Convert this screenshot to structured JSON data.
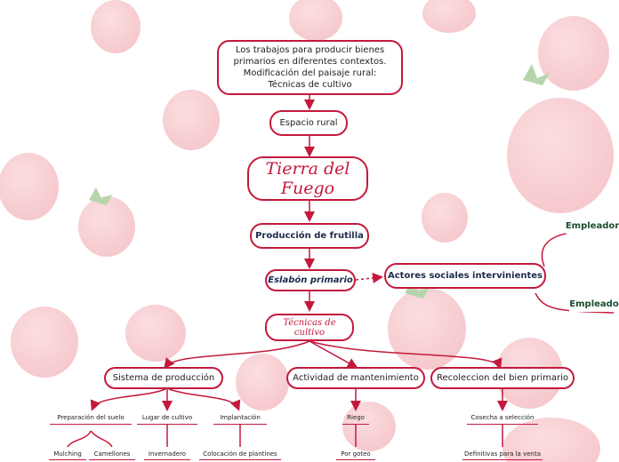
{
  "colors": {
    "accent": "#c4193c",
    "navy": "#1c2a4a",
    "green": "#1a4d2e",
    "strawberry": "#e04b5a",
    "leaf": "#5aa04a"
  },
  "root": {
    "line1": "Los trabajos para producir bienes",
    "line2": "primarios en diferentes contextos.",
    "line3": "Modificación del paisaje rural:",
    "line4": "Técnicas de cultivo"
  },
  "espacio_rural": "Espacio rural",
  "tierra_del_fuego": "Tierra del Fuego",
  "produccion": "Producción de frutilla",
  "eslabon": "Eslabón primario",
  "actores": "Actores sociales intervinientes",
  "empleador": "Empleador",
  "empleado": "Empleado",
  "tecnicas": "Técnicas de cultivo",
  "sistema": "Sistema de producción",
  "actividad": "Actividad de mantenimiento",
  "recoleccion": "Recoleccion del bien primario",
  "preparacion": "Preparación del suelo",
  "lugar": "Lugar de cultivo",
  "implantacion": "Implantación",
  "riego": "Riego",
  "cosecha": "Cosecha a selección",
  "mulching": "Mulching",
  "camellones": "Camellones",
  "invernadero": "Invernadero",
  "colocacion": "Colocación de plantines",
  "por_goteo": "Por goteo",
  "definitivas": "Definitivas para la venta"
}
